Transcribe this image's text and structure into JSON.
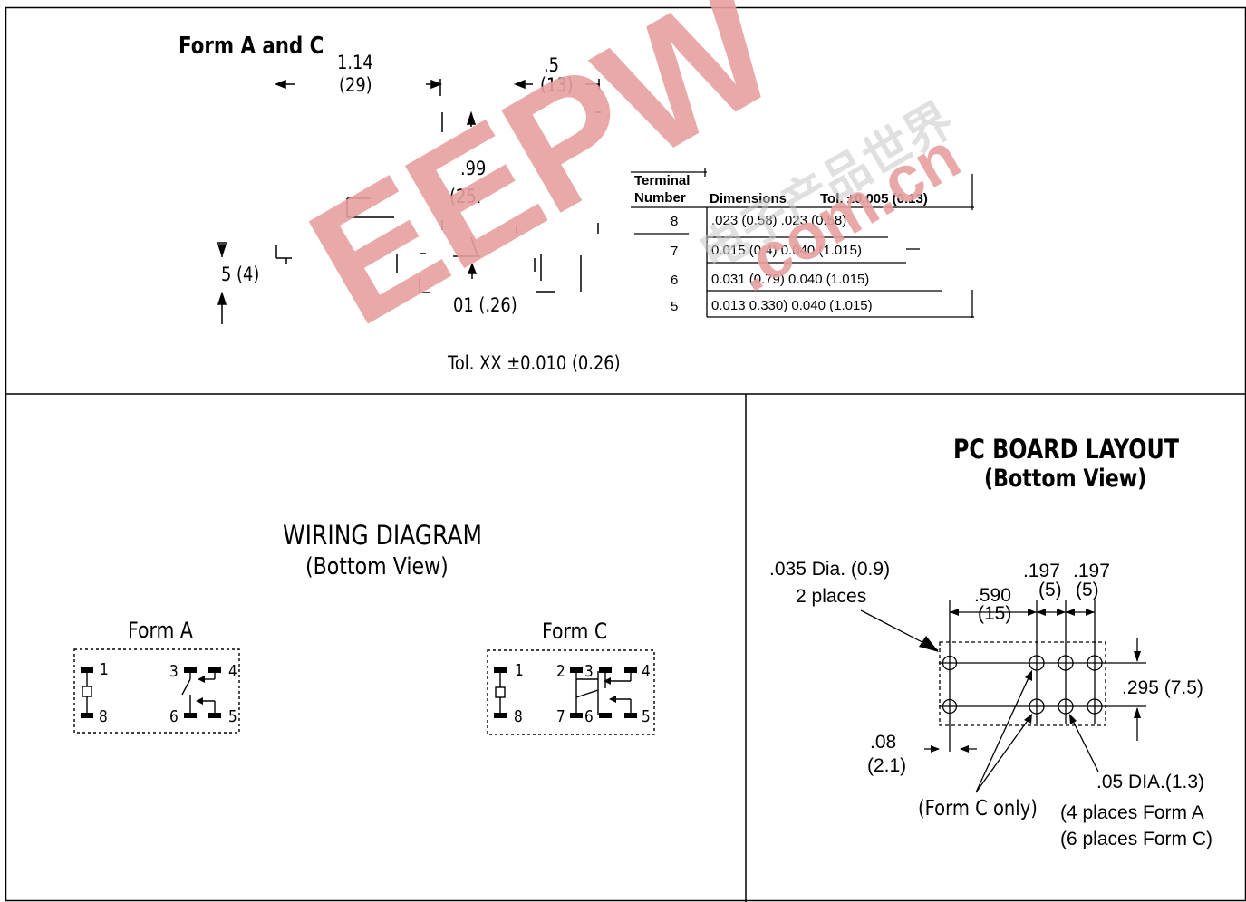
{
  "top": {
    "form_title": "Form A and C",
    "dim_length": "1.14",
    "dim_length_mm": "(29)",
    "dim_width": ".5",
    "dim_width_mm": "(13)",
    "dim_height": ".99",
    "dim_height_mm": "(25.",
    "dim_pin": "5 (4)",
    "dim_thick": "01 (.26)",
    "tolerance": "Tol.    XX  ±0.010  (0.26)",
    "terminal_table": {
      "header_terminal": "Terminal",
      "header_number": "Number",
      "header_dimensions": "Dimensions",
      "header_tol": "Tol.  ±0.005  (0.13)",
      "rows": [
        {
          "num": "8",
          "dims": ".023 (0.58)  .023 (0.58)"
        },
        {
          "num": "7",
          "dims": "0.015 (0.4)  0.040 (1.015)"
        },
        {
          "num": "6",
          "dims": "0.031 (0.79)  0.040 (1.015)"
        },
        {
          "num": "5",
          "dims": "0.013  0.330)  0.040  (1.015)"
        }
      ]
    }
  },
  "wiring": {
    "title": "WIRING DIAGRAM",
    "subtitle": "(Bottom View)",
    "form_a": {
      "label": "Form A",
      "pins": [
        "1",
        "8",
        "3",
        "4",
        "6",
        "5"
      ]
    },
    "form_c": {
      "label": "Form C",
      "pins": [
        "1",
        "8",
        "2",
        "3",
        "4",
        "7",
        "6",
        "5"
      ]
    }
  },
  "pcb": {
    "title": "PC BOARD LAYOUT",
    "subtitle": "(Bottom View)",
    "hole_small": ".035 Dia. (0.9)",
    "hole_small_qty": "2 places",
    "dim_590": ".590",
    "dim_590_mm": "(15)",
    "dim_197a": ".197",
    "dim_197a_mm": "(5)",
    "dim_197b": ".197",
    "dim_197b_mm": "(5)",
    "dim_295": ".295 (7.5)",
    "dim_08": ".08",
    "dim_08_mm": "(2.1)",
    "form_c_only": "(Form C only)",
    "hole_large": ".05 DIA.(1.3)",
    "hole_large_a": "(4 places Form A",
    "hole_large_c": "(6 places Form C)"
  },
  "watermark": {
    "brand": "EEPW",
    "url": ".com.cn",
    "cjk": "电子产品世界",
    "color": "#e8a0a0"
  }
}
